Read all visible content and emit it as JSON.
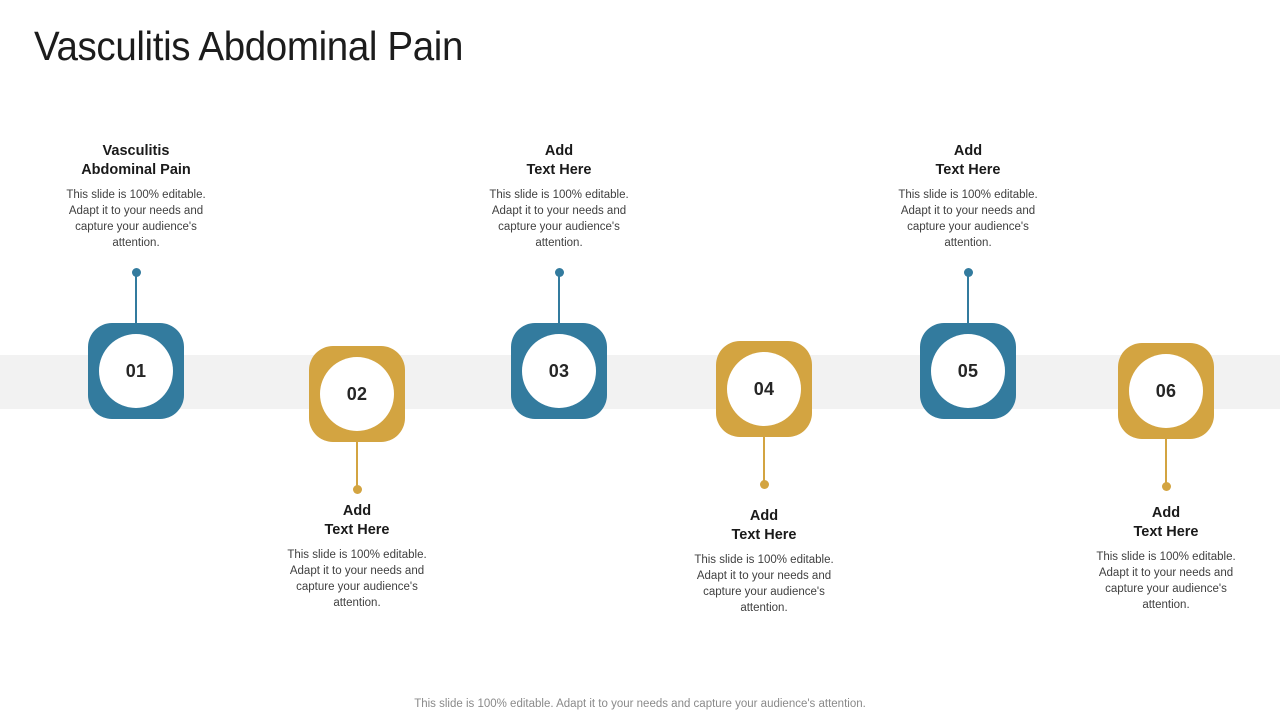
{
  "slide": {
    "title": "Vasculitis Abdominal Pain",
    "footer_note": "This slide is 100% editable. Adapt it to your needs and capture your audience's attention.",
    "colors": {
      "blue": "#337b9e",
      "gold": "#d3a441",
      "band_grey": "#f2f2f2",
      "title_text": "#1c1c1c",
      "heading_text": "#1a1a1a",
      "body_text": "#404040",
      "footer_text": "#8a8a8a",
      "circle_fill": "#ffffff"
    },
    "body_text": "This slide is 100% editable. Adapt it to your needs and capture your audience's attention.",
    "steps": [
      {
        "number": "01",
        "color": "blue",
        "position": "above",
        "heading_line1": "Vasculitis",
        "heading_line2": "Abdominal Pain",
        "description": "This slide is 100% editable. Adapt it to your needs and capture your audience's attention."
      },
      {
        "number": "02",
        "color": "gold",
        "position": "below",
        "heading_line1": "Add",
        "heading_line2": "Text Here",
        "description": "This slide is 100% editable. Adapt it to your needs and capture your audience's attention."
      },
      {
        "number": "03",
        "color": "blue",
        "position": "above",
        "heading_line1": "Add",
        "heading_line2": "Text Here",
        "description": "This slide is 100% editable. Adapt it to your needs and capture your audience's attention."
      },
      {
        "number": "04",
        "color": "gold",
        "position": "below",
        "heading_line1": "Add",
        "heading_line2": "Text Here",
        "description": "This slide is 100% editable. Adapt it to your needs and capture your audience's attention."
      },
      {
        "number": "05",
        "color": "blue",
        "position": "above",
        "heading_line1": "Add",
        "heading_line2": "Text Here",
        "description": "This slide is 100% editable. Adapt it to your needs and capture your audience's attention."
      },
      {
        "number": "06",
        "color": "gold",
        "position": "below",
        "heading_line1": "Add",
        "heading_line2": "Text Here",
        "description": "This slide is 100% editable. Adapt it to your needs and capture your audience's attention."
      }
    ]
  }
}
